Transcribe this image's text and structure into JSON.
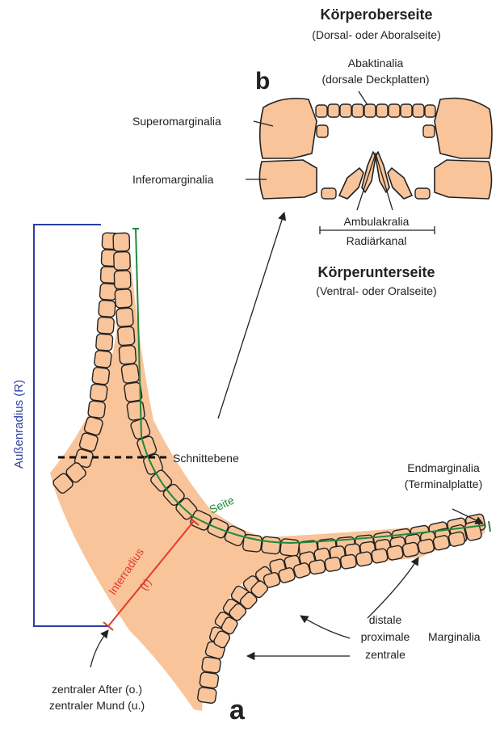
{
  "colors": {
    "plate_fill": "#f9c49a",
    "outline": "#222222",
    "outer_radius": "#2b3fa6",
    "side": "#1f8a3a",
    "interradius": "#e23b2e"
  },
  "top": {
    "upper_side_title": "Körperoberseite",
    "upper_side_subtitle": "(Dorsal- oder Aboralseite)",
    "panel_letter": "b",
    "abaktinalia_1": "Abaktinalia",
    "abaktinalia_2": "(dorsale Deckplatten)",
    "superomarginalia": "Superomarginalia",
    "inferomarginalia": "Inferomarginalia",
    "ambulakralia": "Ambulakralia",
    "radiarkanal": "Radiärkanal",
    "lower_side_title": "Körperunterseite",
    "lower_side_subtitle": "(Ventral- oder Oralseite)"
  },
  "bottom": {
    "outer_radius": "Außenradius (R)",
    "section_plane": "Schnittebene",
    "endmarginalia_1": "Endmarginalia",
    "endmarginalia_2": "(Terminalplatte)",
    "side": "Seite",
    "interradius_1": "Interradius",
    "interradius_2": "(r)",
    "distale": "distale",
    "proximale": "proximale",
    "zentrale": "zentrale",
    "marginalia": "Marginalia",
    "anus": "zentraler After (o.)",
    "mouth": "zentraler Mund (u.)",
    "panel_letter": "a"
  }
}
